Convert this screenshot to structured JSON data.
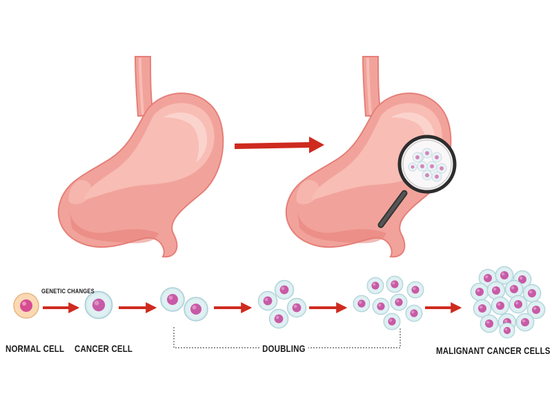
{
  "labels": {
    "genetic_changes": "GENETIC CHANGES",
    "normal_cell": "NORMAL CELL",
    "cancer_cell": "CANCER CELL",
    "doubling": "DOUBLING",
    "malignant": "MALIGNANT CANCER CELLS"
  },
  "colors": {
    "stomach_fill": "#f1a39b",
    "stomach_dark": "#e57f78",
    "stomach_light": "#f8bdb5",
    "stomach_highlight": "#fbd3cd",
    "arrow": "#cf2a1f",
    "cell_cytoplasm": "#d8ecef",
    "cell_nucleus": "#c85aa6",
    "normal_cytoplasm": "#fbd9b4",
    "normal_nucleus": "#d64c92"
  }
}
